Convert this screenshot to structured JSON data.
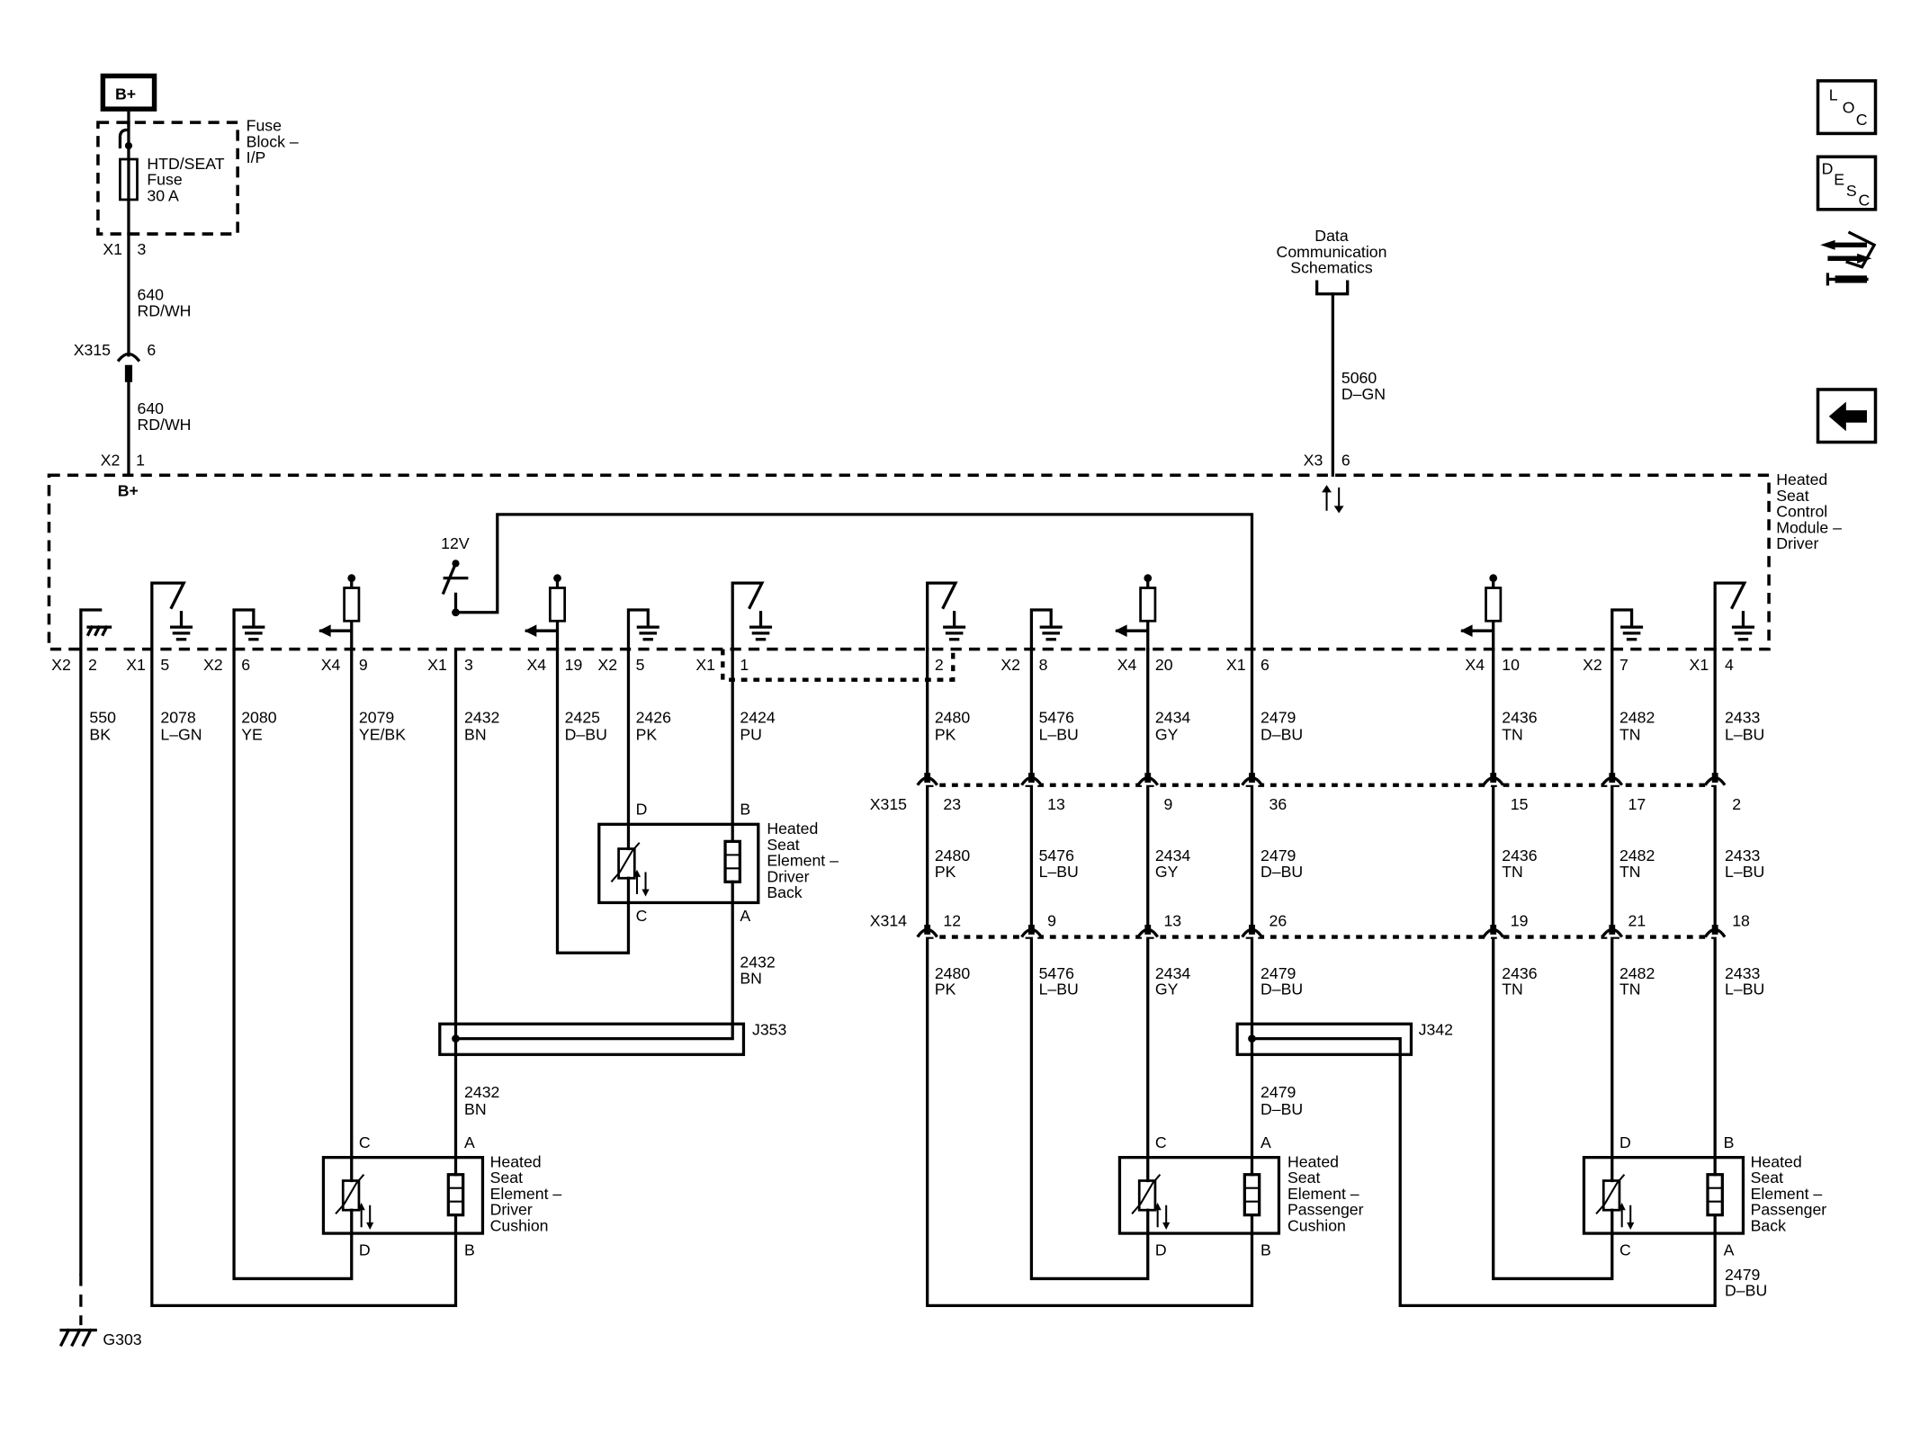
{
  "power": {
    "source": "B+"
  },
  "fuse_block": {
    "name_lines": [
      "Fuse",
      "Block –",
      "I/P"
    ],
    "fuse_lines": [
      "HTD/SEAT",
      "Fuse",
      "30 A"
    ],
    "out_conn": "X1",
    "out_pin": "3"
  },
  "top_wires": {
    "w1": {
      "circuit": "640",
      "color": "RD/WH"
    },
    "w2": {
      "circuit": "640",
      "color": "RD/WH"
    },
    "inline_conn": "X315",
    "inline_pin": "6"
  },
  "module": {
    "name_lines": [
      "Heated",
      "Seat",
      "Control",
      "Module –",
      "Driver"
    ],
    "bplus_conn": "X2",
    "bplus_pin": "1",
    "bplus_label": "B+",
    "supply_label": "12V"
  },
  "data_comm": {
    "lines": [
      "Data",
      "Communication",
      "Schematics"
    ],
    "circuit": "5060",
    "color": "D–GN",
    "conn": "X3",
    "pin": "6"
  },
  "module_pins": [
    {
      "conn": "X2",
      "pin": "2"
    },
    {
      "conn": "X1",
      "pin": "5"
    },
    {
      "conn": "X2",
      "pin": "6"
    },
    {
      "conn": "X4",
      "pin": "9"
    },
    {
      "conn": "X1",
      "pin": "3"
    },
    {
      "conn": "X4",
      "pin": "19"
    },
    {
      "conn": "X2",
      "pin": "5"
    },
    {
      "conn": "X1",
      "pin": "1"
    },
    {
      "conn": "",
      "pin": "2"
    },
    {
      "conn": "X2",
      "pin": "8"
    },
    {
      "conn": "X4",
      "pin": "20"
    },
    {
      "conn": "X1",
      "pin": "6"
    },
    {
      "conn": "X4",
      "pin": "10"
    },
    {
      "conn": "X2",
      "pin": "7"
    },
    {
      "conn": "X1",
      "pin": "4"
    }
  ],
  "wires": [
    {
      "circuit": "550",
      "color": "BK"
    },
    {
      "circuit": "2078",
      "color": "L–GN"
    },
    {
      "circuit": "2080",
      "color": "YE"
    },
    {
      "circuit": "2079",
      "color": "YE/BK"
    },
    {
      "circuit": "2432",
      "color": "BN"
    },
    {
      "circuit": "2425",
      "color": "D–BU"
    },
    {
      "circuit": "2426",
      "color": "PK"
    },
    {
      "circuit": "2424",
      "color": "PU"
    },
    {
      "circuit": "2480",
      "color": "PK"
    },
    {
      "circuit": "5476",
      "color": "L–BU"
    },
    {
      "circuit": "2434",
      "color": "GY"
    },
    {
      "circuit": "2479",
      "color": "D–BU"
    },
    {
      "circuit": "2436",
      "color": "TN"
    },
    {
      "circuit": "2482",
      "color": "TN"
    },
    {
      "circuit": "2433",
      "color": "L–BU"
    }
  ],
  "inline": {
    "x315": {
      "name": "X315",
      "pins": [
        "23",
        "13",
        "9",
        "36",
        "15",
        "17",
        "2"
      ]
    },
    "x314": {
      "name": "X314",
      "pins": [
        "12",
        "9",
        "13",
        "26",
        "19",
        "21",
        "18"
      ]
    }
  },
  "splices": {
    "j353": "J353",
    "j342": "J342"
  },
  "lower_wires": {
    "bn_after_back": {
      "circuit": "2432",
      "color": "BN"
    },
    "bn_after_splice": {
      "circuit": "2432",
      "color": "BN"
    },
    "dbu_after_splice": {
      "circuit": "2479",
      "color": "D–BU"
    },
    "dbu_pass_back": {
      "circuit": "2479",
      "color": "D–BU"
    }
  },
  "elements": {
    "driver_back": {
      "lines": [
        "Heated",
        "Seat",
        "Element –",
        "Driver",
        "Back"
      ],
      "pins": {
        "tl": "D",
        "tr": "B",
        "bl": "C",
        "br": "A"
      }
    },
    "driver_cushion": {
      "lines": [
        "Heated",
        "Seat",
        "Element –",
        "Driver",
        "Cushion"
      ],
      "pins": {
        "tl": "C",
        "tr": "A",
        "bl": "D",
        "br": "B"
      }
    },
    "passenger_cushion": {
      "lines": [
        "Heated",
        "Seat",
        "Element –",
        "Passenger",
        "Cushion"
      ],
      "pins": {
        "tl": "C",
        "tr": "A",
        "bl": "D",
        "br": "B"
      }
    },
    "passenger_back": {
      "lines": [
        "Heated",
        "Seat",
        "Element –",
        "Passenger",
        "Back"
      ],
      "pins": {
        "tl": "D",
        "tr": "B",
        "bl": "C",
        "br": "A"
      }
    }
  },
  "ground": {
    "name": "G303"
  },
  "nav": {
    "loc": [
      "L",
      "O",
      "C"
    ],
    "desc": [
      "D",
      "E",
      "S",
      "C"
    ],
    "tools_icon": "connector-tools-icon",
    "back_icon": "back-arrow-icon"
  }
}
